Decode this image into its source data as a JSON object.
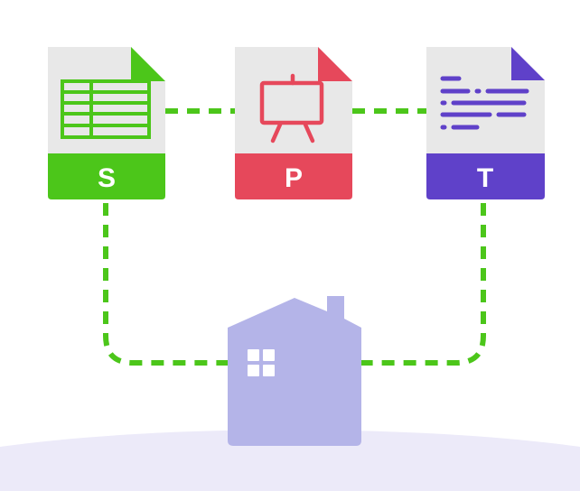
{
  "files": [
    {
      "id": "spreadsheet",
      "letter": "S",
      "icon": "spreadsheet-icon",
      "color": "#4cc61a"
    },
    {
      "id": "presentation",
      "letter": "P",
      "icon": "presentation-easel-icon",
      "color": "#e6485b"
    },
    {
      "id": "text",
      "letter": "T",
      "icon": "text-lines-icon",
      "color": "#5f41c9"
    }
  ],
  "house": {
    "icon": "house-icon",
    "color": "#b4b4e8"
  },
  "connector": {
    "style": "dashed",
    "color": "#4cc61a"
  },
  "ground": {
    "color": "#eceaf9"
  },
  "paper": {
    "color": "#e8e8e8"
  }
}
